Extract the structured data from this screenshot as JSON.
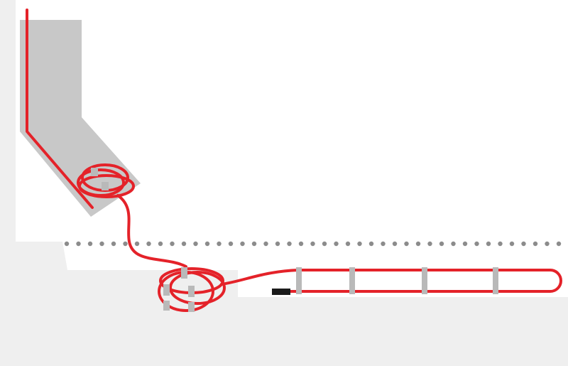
{
  "diagram": {
    "description_text": "",
    "colors": {
      "background": "#ffffff",
      "ground": "#efefef",
      "downpipe": "#c8c8c8",
      "cable": "#e42229",
      "clip": "#b9b9b9",
      "dots": "#8c8c8c",
      "cable_end": "#1b1b1b"
    },
    "icons": [
      "heating-cable",
      "mounting-clip",
      "cable-end-cap",
      "downpipe",
      "gutter-line"
    ]
  }
}
